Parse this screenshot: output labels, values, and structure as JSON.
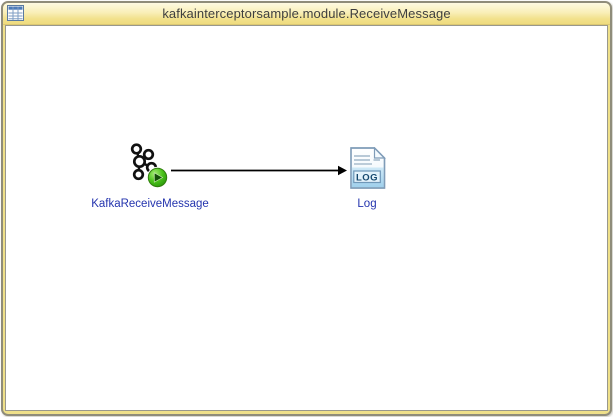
{
  "window": {
    "title": "kafkainterceptorsample.module.ReceiveMessage",
    "titlebar_icon": "table-grid-icon"
  },
  "diagram": {
    "nodes": [
      {
        "id": "kafka-receive-message",
        "label": "KafkaReceiveMessage",
        "icon": "kafka-logo-icon",
        "badge": "play-badge-icon"
      },
      {
        "id": "log",
        "label": "Log",
        "icon": "log-document-icon",
        "icon_text": "LOG"
      }
    ],
    "connections": [
      {
        "from": "KafkaReceiveMessage",
        "to": "Log",
        "style": "solid-arrow"
      }
    ]
  },
  "colors": {
    "titlebar_yellow_top": "#fefae2",
    "titlebar_yellow_bottom": "#efdc7e",
    "frame_border": "#8f8c7a",
    "canvas_border": "#99988c",
    "label_blue": "#2434ae",
    "badge_green": "#3db514",
    "log_icon_blue": "#9fd0ec",
    "title_text": "#3f3f3f"
  }
}
